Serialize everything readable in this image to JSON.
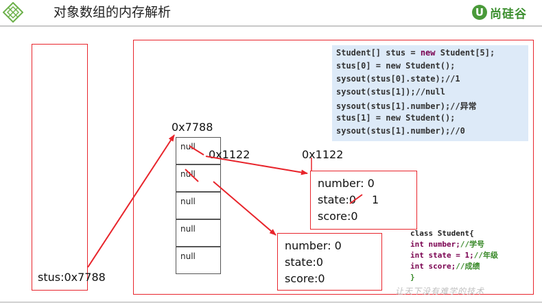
{
  "header": {
    "title": "对象数组的内存解析",
    "brand_initial": "U",
    "brand_name": "尚硅谷"
  },
  "stack": {
    "variable": "stus:0x7788"
  },
  "heap": {
    "array_address": "0x7788",
    "array_cells": [
      "null",
      "null",
      "null",
      "null",
      "null"
    ],
    "cell0_ref_address": "0x1122",
    "object1_address": "0x1122",
    "object1": {
      "number": "number: 0",
      "state_old": "state:0",
      "state_new": "1",
      "score": "score:0"
    },
    "object2": {
      "number": "number: 0",
      "state": "state:0",
      "score": "score:0"
    }
  },
  "code": {
    "l1_pre": "Student[] stus = ",
    "l1_kw": "new",
    "l1_post": " Student[5];",
    "l2": "stus[0] = new Student();",
    "l3": "sysout(stus[0].state);//1",
    "l4": "sysout(stus[1]);//null",
    "l5": "sysout(stus[1].number);//异常",
    "l6": "stus[1] = new Student();",
    "l7": "sysout(stus[1].number);//0"
  },
  "class_code": {
    "line1": "class Student{",
    "line2_code": "int number;",
    "line2_comment": "//学号",
    "line3_code": "int state = 1;",
    "line3_comment": "//年级",
    "line4_code": "int score;",
    "line4_comment": "//成绩",
    "line5": "}"
  },
  "footer": {
    "slogan": "让天下没有难学的技术"
  },
  "colors": {
    "accent_red": "#e8242b",
    "brand_green": "#3c8f2f",
    "code_bg": "#ddeaf8"
  }
}
